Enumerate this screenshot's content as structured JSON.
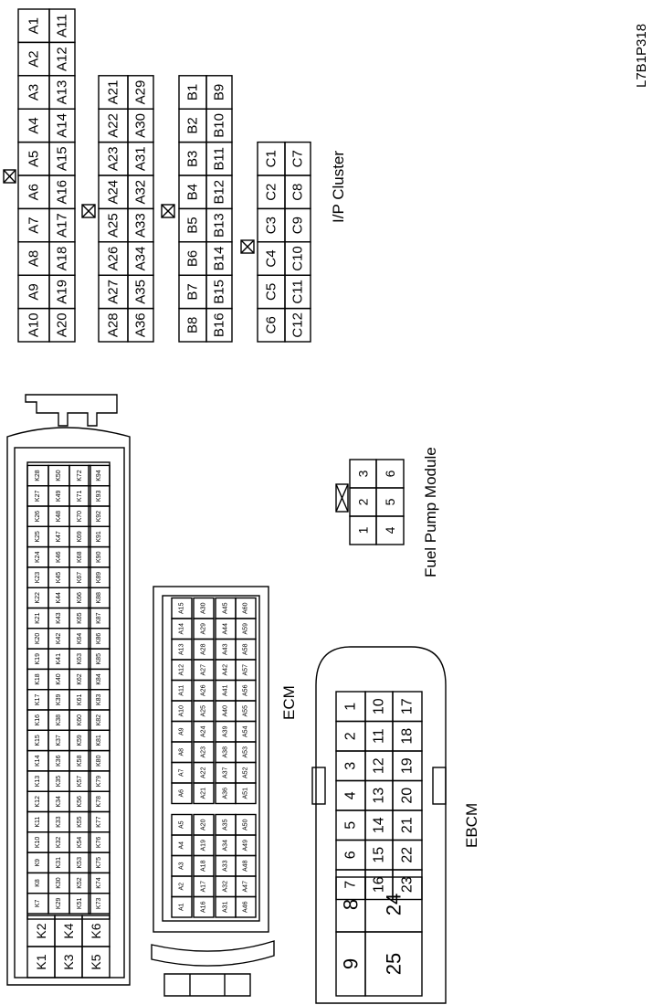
{
  "figure_code": "L7B1P318",
  "connectors": {
    "ip_cluster": {
      "label": "I/P Cluster",
      "row_a1": [
        "A1",
        "A2",
        "A3",
        "A4",
        "A5",
        "A6",
        "A7",
        "A8",
        "A9",
        "A10"
      ],
      "row_a2": [
        "A11",
        "A12",
        "A13",
        "A14",
        "A15",
        "A16",
        "A17",
        "A18",
        "A19",
        "A20"
      ],
      "row_a3": [
        "A21",
        "A22",
        "A23",
        "A24",
        "A25",
        "A26",
        "A27",
        "A28"
      ],
      "row_a4": [
        "A29",
        "A30",
        "A31",
        "A32",
        "A33",
        "A34",
        "A35",
        "A36"
      ],
      "row_b1": [
        "B1",
        "B2",
        "B3",
        "B4",
        "B5",
        "B6",
        "B7",
        "B8"
      ],
      "row_b2": [
        "B9",
        "B10",
        "B11",
        "B12",
        "B13",
        "B14",
        "B15",
        "B16"
      ],
      "row_c1": [
        "C1",
        "C2",
        "C3",
        "C4",
        "C5",
        "C6"
      ],
      "row_c2": [
        "C7",
        "C8",
        "C9",
        "C10",
        "C11",
        "C12"
      ]
    },
    "fuel_pump_module": {
      "label": "Fuel Pump Module",
      "row1": [
        "1",
        "2",
        "3"
      ],
      "row2": [
        "4",
        "5",
        "6"
      ]
    },
    "ecm": {
      "label": "ECM",
      "big_left": [
        "K1",
        "K3",
        "K5"
      ],
      "big_right": [
        "K2",
        "K4",
        "K6"
      ],
      "k_rows": [
        [
          "K7",
          "K8",
          "K9",
          "K10",
          "K11",
          "K12",
          "K13",
          "K14",
          "K15",
          "K16",
          "K17",
          "K18",
          "K19",
          "K20",
          "K21",
          "K22",
          "K23",
          "K24",
          "K25",
          "K26",
          "K27",
          "K28"
        ],
        [
          "K29",
          "K30",
          "K31",
          "K32",
          "K33",
          "K34",
          "K35",
          "K36",
          "K37",
          "K38",
          "K39",
          "K40",
          "K41",
          "K42",
          "K43",
          "K44",
          "K45",
          "K46",
          "K47",
          "K48",
          "K49",
          "K50"
        ],
        [
          "K51",
          "K52",
          "K53",
          "K54",
          "K55",
          "K56",
          "K57",
          "K58",
          "K59",
          "K60",
          "K61",
          "K62",
          "K63",
          "K64",
          "K65",
          "K66",
          "K67",
          "K68",
          "K69",
          "K70",
          "K71",
          "K72"
        ],
        [
          "K73",
          "K74",
          "K75",
          "K76",
          "K77",
          "K78",
          "K79",
          "K80",
          "K81",
          "K82",
          "K83",
          "K84",
          "K85",
          "K86",
          "K87",
          "K88",
          "K89",
          "K90",
          "K91",
          "K92",
          "K93",
          "K94"
        ]
      ],
      "a_rows": [
        [
          "A1",
          "A2",
          "A3",
          "A4",
          "A5",
          "A6",
          "A7",
          "A8",
          "A9",
          "A10",
          "A11",
          "A12",
          "A13",
          "A14",
          "A15"
        ],
        [
          "A16",
          "A17",
          "A18",
          "A19",
          "A20",
          "A21",
          "A22",
          "A23",
          "A24",
          "A25",
          "A26",
          "A27",
          "A28",
          "A29",
          "A30"
        ],
        [
          "A31",
          "A32",
          "A33",
          "A34",
          "A35",
          "A36",
          "A37",
          "A38",
          "A39",
          "A40",
          "A41",
          "A42",
          "A43",
          "A44",
          "A45"
        ],
        [
          "A46",
          "A47",
          "A48",
          "A49",
          "A50",
          "A51",
          "A52",
          "A53",
          "A54",
          "A55",
          "A56",
          "A57",
          "A58",
          "A59",
          "A60"
        ]
      ]
    },
    "ebcm": {
      "label": "EBCM",
      "row_top": [
        "1",
        "2",
        "3",
        "4",
        "5",
        "6",
        "7"
      ],
      "row_mid": [
        "10",
        "11",
        "12",
        "13",
        "14",
        "15",
        "16"
      ],
      "row_bot": [
        "17",
        "18",
        "19",
        "20",
        "21",
        "22",
        "23"
      ],
      "big_col1": [
        "9",
        "25"
      ],
      "big_col2": [
        "8",
        "24"
      ]
    }
  }
}
